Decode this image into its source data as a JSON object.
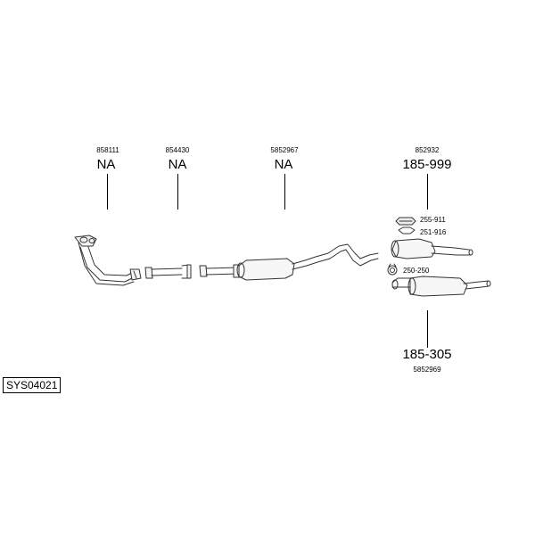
{
  "system_code": "SYS04021",
  "parts": [
    {
      "ref": "858111",
      "number": "NA"
    },
    {
      "ref": "854430",
      "number": "NA"
    },
    {
      "ref": "5852967",
      "number": "NA"
    },
    {
      "ref": "852932",
      "number": "185-999"
    },
    {
      "ref": "5852969",
      "number": "185-305"
    }
  ],
  "accessories": [
    {
      "number": "255-911"
    },
    {
      "number": "251-916"
    },
    {
      "number": "250-250"
    }
  ]
}
